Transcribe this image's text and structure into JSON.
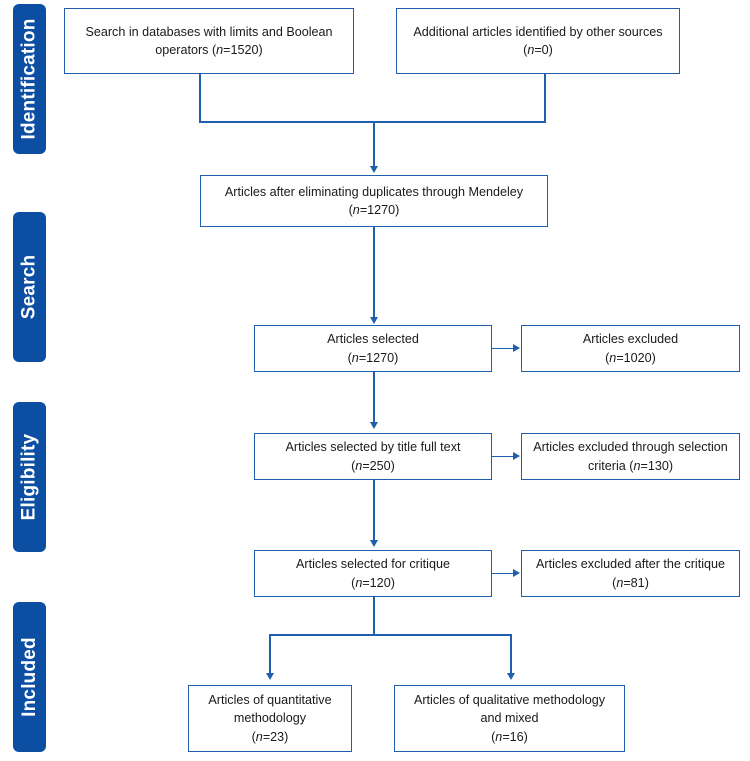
{
  "diagram": {
    "title": "PRISMA article selection flow diagram",
    "colors": {
      "stage_bar": "#0c4ea2",
      "box_border": "#1f5fad",
      "connector": "#1f5fad",
      "box_text": "#1a1a1a",
      "stage_text": "#ffffff",
      "background": "#ffffff"
    },
    "stages": [
      {
        "id": "identification",
        "label": "Identification"
      },
      {
        "id": "search",
        "label": "Search"
      },
      {
        "id": "eligibility",
        "label": "Eligibility"
      },
      {
        "id": "included",
        "label": "Included"
      }
    ],
    "boxes": [
      {
        "id": "databases-search",
        "line1": "Search in databases with limits and Boolean",
        "line2": "operators (n=1520)",
        "n_label": "n",
        "n_value": 1520
      },
      {
        "id": "additional-sources",
        "line1": "Additional articles identified by other sources",
        "line2": "(n=0)",
        "n_label": "n",
        "n_value": 0
      },
      {
        "id": "duplicates-removed",
        "line1": "Articles after eliminating duplicates through Mendeley",
        "line2": "(n=1270)",
        "n_label": "n",
        "n_value": 1270
      },
      {
        "id": "articles-selected",
        "line1": "Articles selected",
        "line2": "(n=1270)",
        "n_label": "n",
        "n_value": 1270
      },
      {
        "id": "articles-excluded",
        "line1": "Articles excluded",
        "line2": "(n=1020)",
        "n_label": "n",
        "n_value": 1020
      },
      {
        "id": "selected-by-title-fulltext",
        "line1": "Articles selected by title full text",
        "line2": "(n=250)",
        "n_label": "n",
        "n_value": 250
      },
      {
        "id": "excluded-selection-criteria",
        "line1": "Articles excluded through selection",
        "line2": "criteria (n=130)",
        "n_label": "n",
        "n_value": 130
      },
      {
        "id": "selected-for-critique",
        "line1": "Articles selected for critique",
        "line2": "(n=120)",
        "n_label": "n",
        "n_value": 120
      },
      {
        "id": "excluded-after-critique",
        "line1": "Articles excluded after the critique",
        "line2": "(n=81)",
        "n_label": "n",
        "n_value": 81
      },
      {
        "id": "quantitative-methodology",
        "line1": "Articles of quantitative",
        "line2": "methodology",
        "line3": "(n=23)",
        "n_label": "n",
        "n_value": 23
      },
      {
        "id": "qualitative-mixed-methodology",
        "line1": "Articles of qualitative methodology",
        "line2": "and mixed",
        "line3": "(n=16)",
        "n_label": "n",
        "n_value": 16
      }
    ],
    "box_texts": {
      "databases_search": "Search in databases with limits and Boolean\noperators (n=1520)",
      "additional_sources": "Additional articles identified by other sources\n(n=0)",
      "duplicates_removed": "Articles after eliminating duplicates through Mendeley\n(n=1270)",
      "articles_selected": "Articles selected\n(n=1270)",
      "articles_excluded": "Articles excluded\n(n=1020)",
      "selected_by_title_fulltext": "Articles selected by title full text\n(n=250)",
      "excluded_selection_criteria": "Articles excluded through selection\ncriteria (n=130)",
      "selected_for_critique": "Articles selected for critique\n(n=120)",
      "excluded_after_critique": "Articles excluded after the critique\n(n=81)",
      "quantitative_methodology": "Articles of quantitative\nmethodology\n(n=23)",
      "qualitative_mixed_methodology": "Articles of qualitative methodology\nand mixed\n(n=16)"
    }
  }
}
